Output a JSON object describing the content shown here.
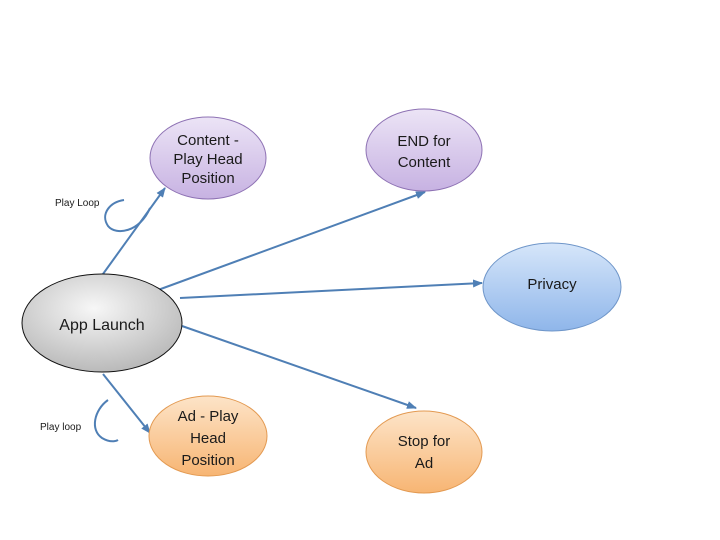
{
  "nodes": {
    "app_launch": {
      "label": "App Launch"
    },
    "content_playhead": {
      "lines": [
        "Content -",
        "Play Head",
        "Position"
      ]
    },
    "end_content": {
      "lines": [
        "END for",
        "Content"
      ]
    },
    "privacy": {
      "label": "Privacy"
    },
    "ad_playhead": {
      "lines": [
        "Ad - Play",
        "Head",
        "Position"
      ]
    },
    "stop_ad": {
      "lines": [
        "Stop for",
        "Ad"
      ]
    }
  },
  "edges": {
    "play_loop_content": "Play Loop",
    "play_loop_ad": "Play loop"
  },
  "colors": {
    "edge": "#4f7fb5",
    "purple_node": "#d6c6ea",
    "purple_stroke": "#8e72b4",
    "blue_node": "#b7d1f2",
    "blue_stroke": "#6f96c9",
    "orange_node": "#fbcfa0",
    "orange_stroke": "#e39a52",
    "gray_node": "#cfcfcf"
  }
}
